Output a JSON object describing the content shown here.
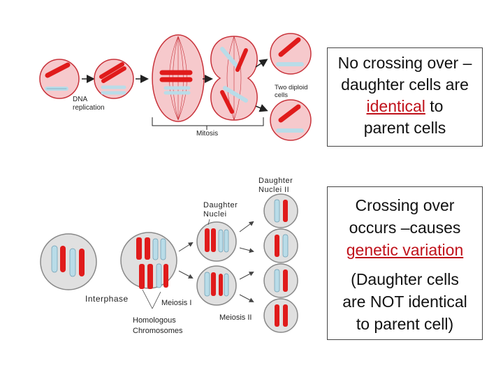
{
  "colors": {
    "red_chromosome": "#e01b1b",
    "blue_chromosome": "#b9dce8",
    "cell_fill": "#f6c9cc",
    "cell_border": "#c8323a",
    "gray_cell": "#e0e0e0"
  },
  "mitosis_figure": {
    "dna_replication_label_1": "DNA",
    "dna_replication_label_2": "replication",
    "two_diploid_label_1": "Two diploid",
    "two_diploid_label_2": "cells",
    "mitosis_label": "Mitosis"
  },
  "meiosis_figure": {
    "daughter_nuclei_ii_1": "Daughter",
    "daughter_nuclei_ii_2": "Nuclei II",
    "daughter_nuclei_1": "Daughter",
    "daughter_nuclei_2": "Nuclei",
    "interphase_label": "Interphase",
    "meiosis_i_label": "Meiosis I",
    "homologous_label_1": "Homologous",
    "homologous_label_2": "Chromosomes",
    "meiosis_ii_label": "Meiosis II"
  },
  "top_box": {
    "line1": "No crossing over –",
    "line2": "daughter cells are",
    "identical": "identical",
    "to_text": " to",
    "line4": "parent cells"
  },
  "bottom_box": {
    "line1": "Crossing over",
    "line2": "occurs –causes",
    "genetic_variation": "genetic variation",
    "line4": "(Daughter cells",
    "line5": "are NOT identical",
    "line6": "to parent cell)"
  }
}
